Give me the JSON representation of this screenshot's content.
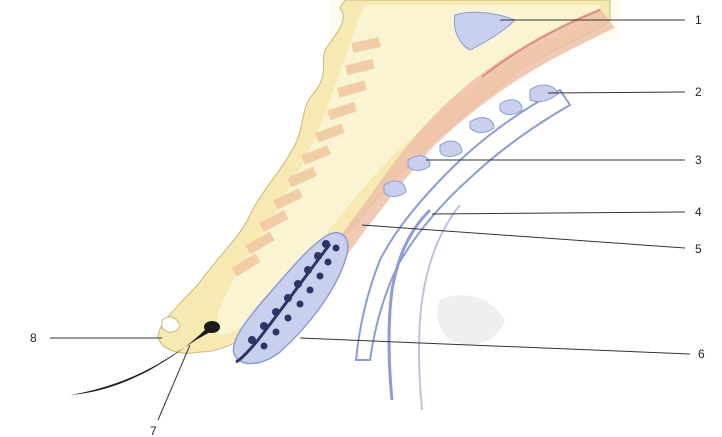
{
  "figure": {
    "labels": [
      {
        "id": "1",
        "text": "1"
      },
      {
        "id": "2",
        "text": "2"
      },
      {
        "id": "3",
        "text": "3"
      },
      {
        "id": "4",
        "text": "4"
      },
      {
        "id": "5",
        "text": "5"
      },
      {
        "id": "6",
        "text": "6"
      },
      {
        "id": "7",
        "text": "7"
      },
      {
        "id": "8",
        "text": "8"
      }
    ],
    "colors": {
      "skin_yellow": "#f6eab2",
      "dermis_pale": "#fbf4d2",
      "muscle_pink": "#efc0a8",
      "muscle_dark": "#d98f7e",
      "gland_blue": "#c9d0ee",
      "gland_outline": "#8e9bd6",
      "cartilage_band": "#f1c9a2",
      "lash": "#1b1b1b"
    }
  }
}
